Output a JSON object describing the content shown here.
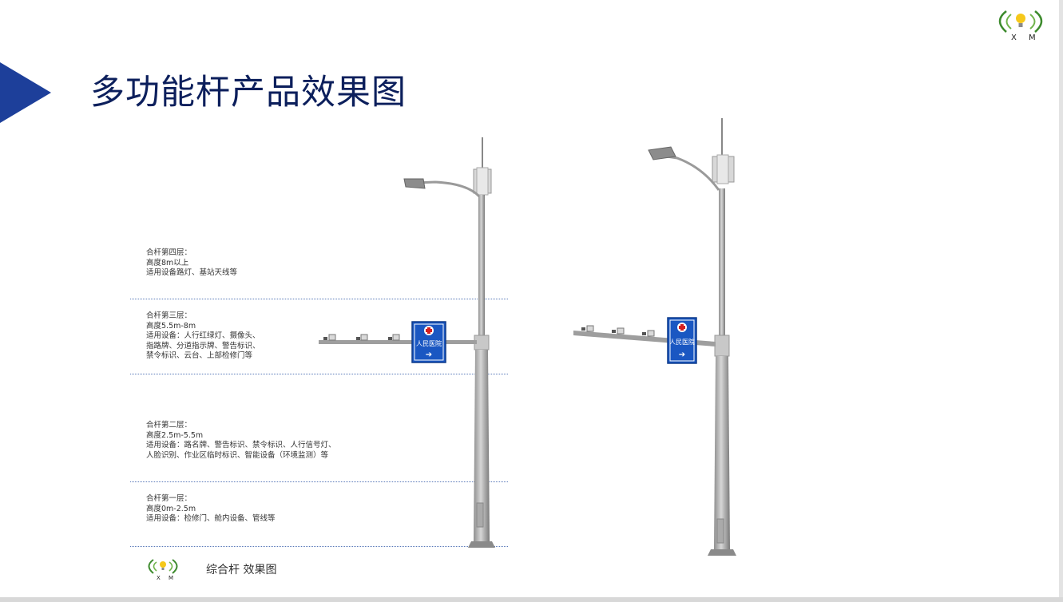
{
  "slide": {
    "title": "多功能杆产品效果图",
    "caption": "综合杆 效果图",
    "logo_letters": "X M",
    "logo_icon": "lightbulb-leaf-logo",
    "accent_color": "#1d3f9a"
  },
  "layers": [
    {
      "lines": [
        "合杆第四层：",
        "高度8m以上",
        "适用设备路灯、基站天线等"
      ]
    },
    {
      "lines": [
        "合杆第三层：",
        "高度5.5m-8m",
        "适用设备：人行红绿灯、摄像头、",
        "指路牌、分道指示牌、警告标识、",
        "禁令标识、云台、上部检修门等"
      ]
    },
    {
      "lines": [
        "合杆第二层：",
        "高度2.5m-5.5m",
        "适用设备：路名牌、警告标识、禁令标识、人行信号灯、",
        "人脸识别、作业区临时标识、智能设备（环境监测）等"
      ]
    },
    {
      "lines": [
        "合杆第一层：",
        "高度0m-2.5m",
        "适用设备：检修门、舱内设备、管线等"
      ]
    }
  ],
  "sign": {
    "name": "人民医院",
    "arrow": "➔",
    "color": "#1a57c2"
  }
}
